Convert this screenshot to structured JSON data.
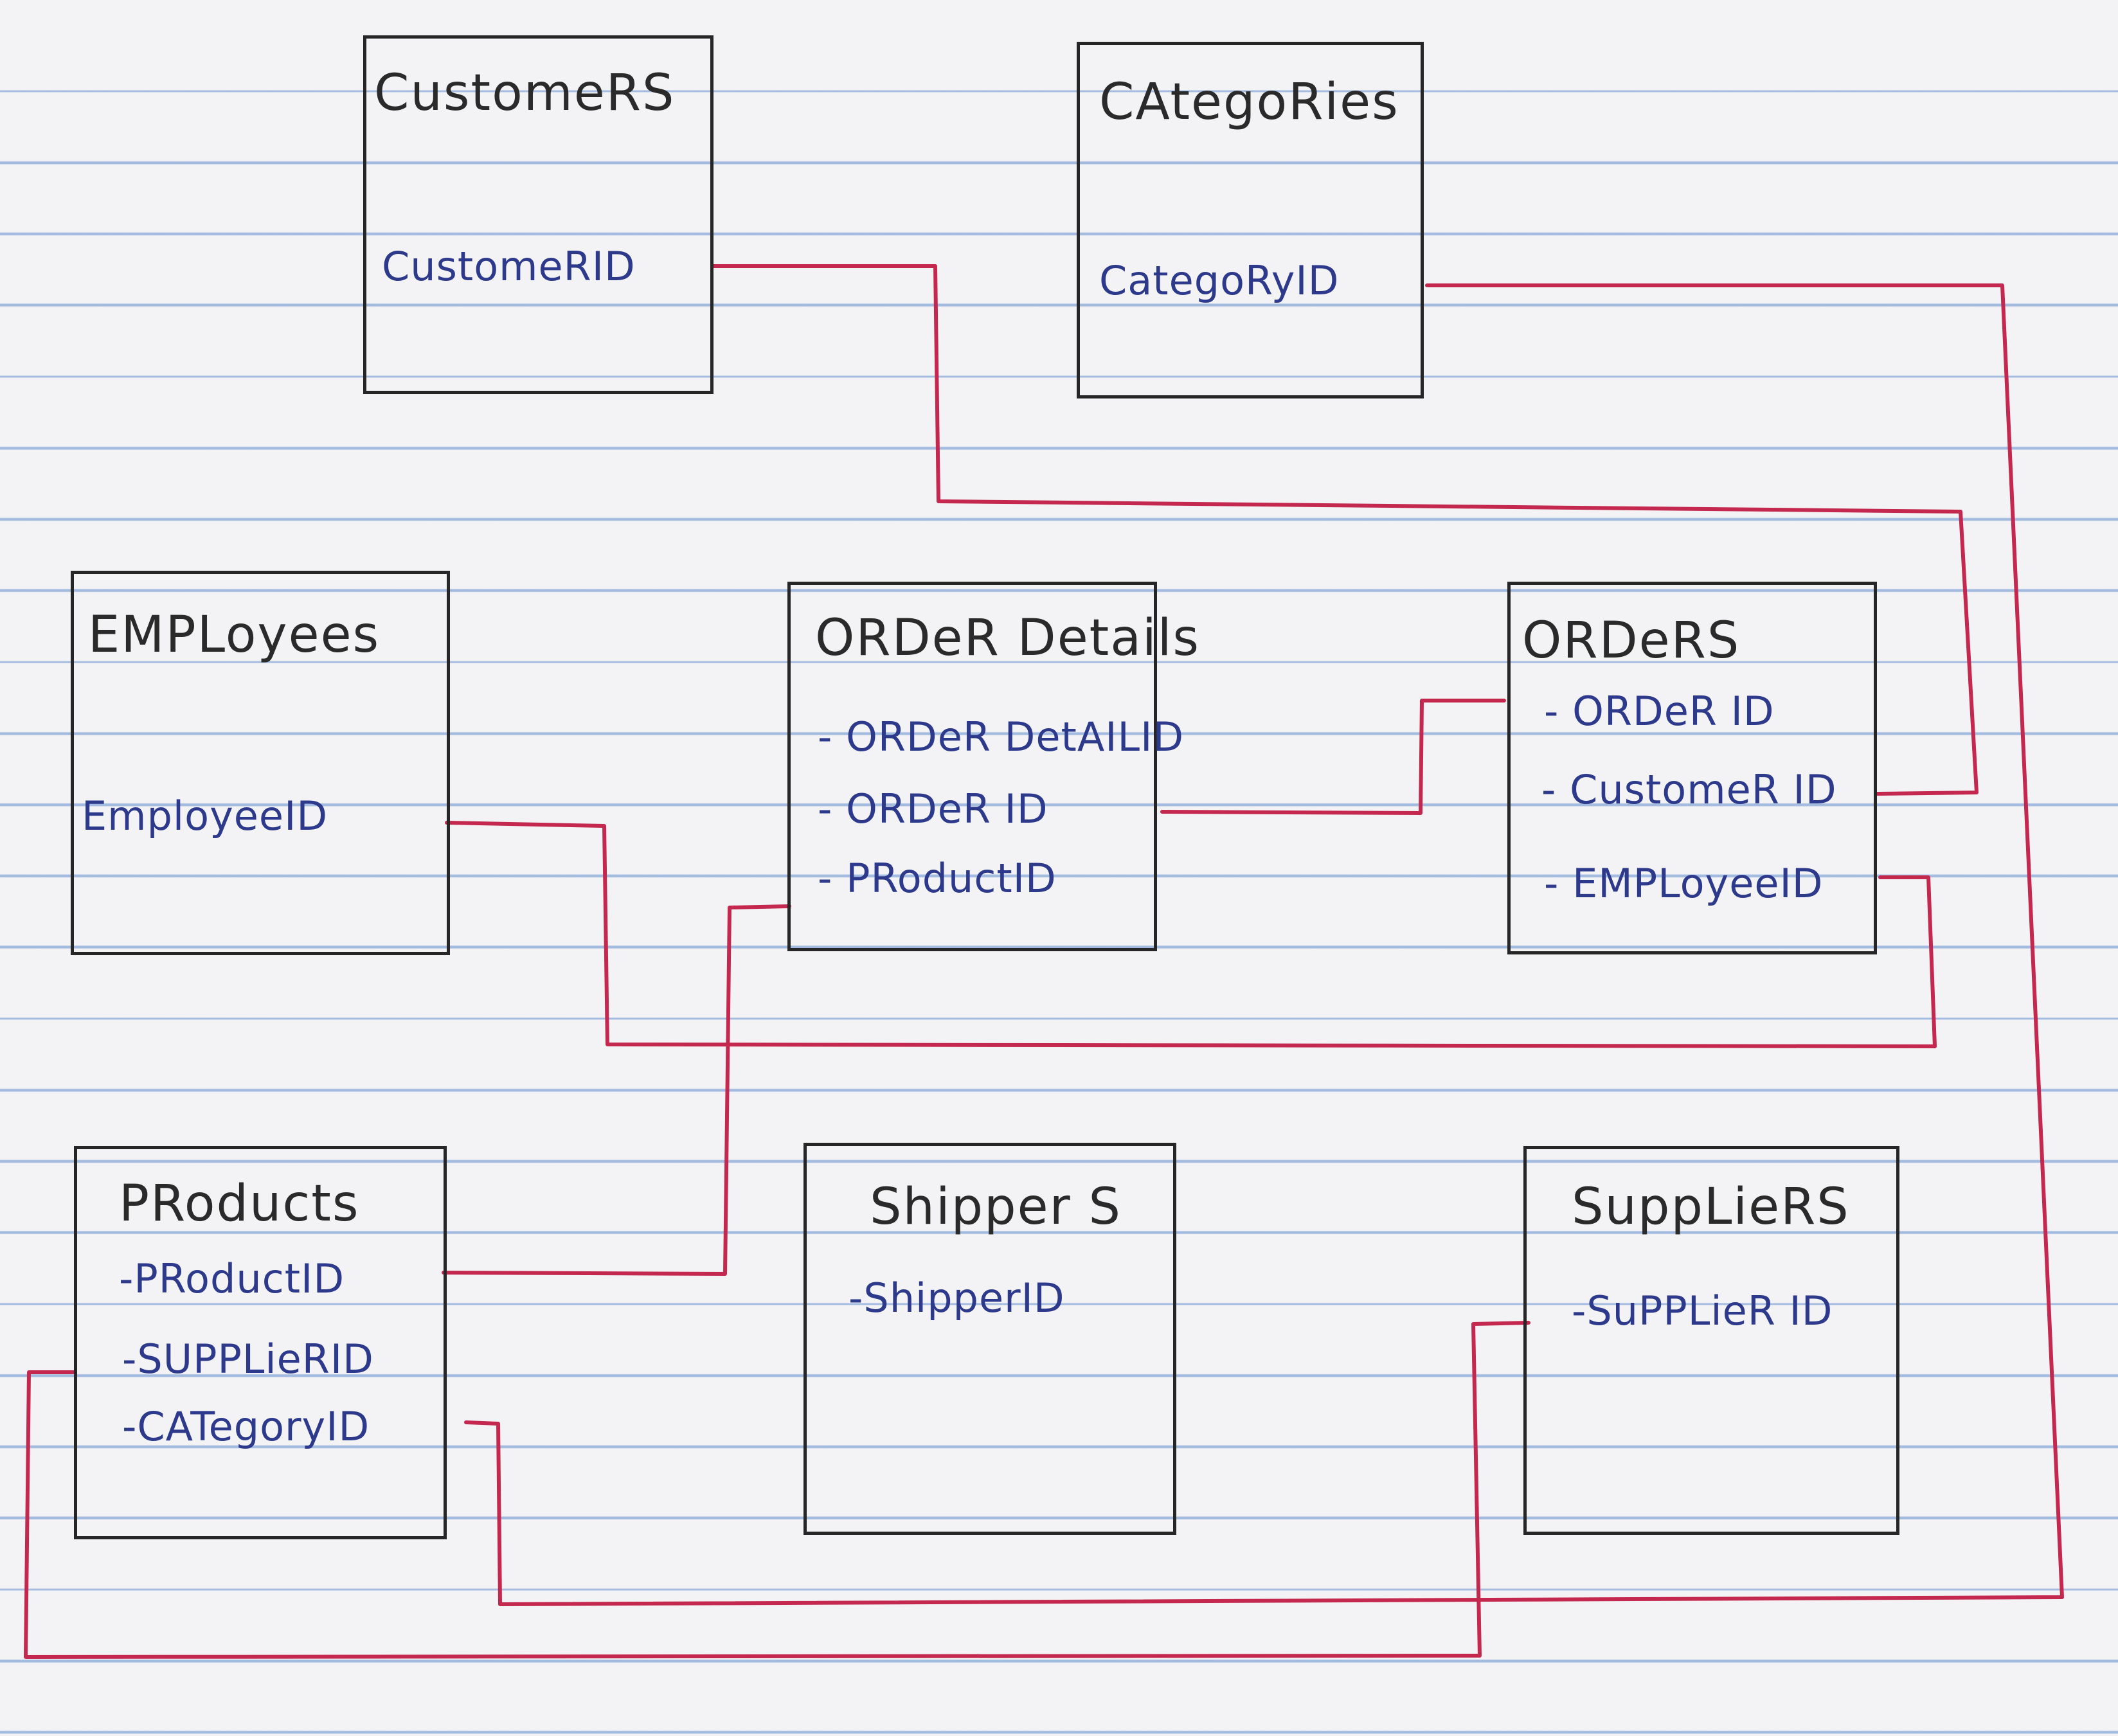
{
  "diagram": {
    "ink": {
      "box": "#262626",
      "title": "#2a2a2a",
      "field": "#2d3a8c",
      "relation": "#c4284f"
    },
    "tables": [
      {
        "key": "customers",
        "title": "CustomeRS",
        "fields": [
          "CustomeRID"
        ]
      },
      {
        "key": "categories",
        "title": "CAtegoRies",
        "fields": [
          "CategoRyID"
        ]
      },
      {
        "key": "employees",
        "title": "EMPLoyees",
        "fields": [
          "EmployeeID"
        ]
      },
      {
        "key": "order-details",
        "title": "ORDeR Details",
        "fields": [
          "- ORDeR DetAILID",
          "- ORDeR ID",
          "- PRoductID"
        ]
      },
      {
        "key": "orders",
        "title": "ORDeRS",
        "fields": [
          "- ORDeR ID",
          "- CustomeR ID",
          "- EMPLoyeeID"
        ]
      },
      {
        "key": "products",
        "title": "PRoducts",
        "fields": [
          "-PRoductID",
          "-SUPPLieRID",
          "-CATegoryID"
        ]
      },
      {
        "key": "shippers",
        "title": "Shipper S",
        "fields": [
          "-ShipperID"
        ]
      },
      {
        "key": "suppliers",
        "title": "SuppLieRS",
        "fields": [
          "-SuPPLieR ID"
        ]
      }
    ],
    "relations": [
      {
        "name": "customers-to-orders",
        "from": "customers.CustomeRID",
        "to": "orders.CustomeR ID"
      },
      {
        "name": "categories-to-products",
        "from": "categories.CategoRyID",
        "to": "products.CATegoryID"
      },
      {
        "name": "employees-to-orders",
        "from": "employees.EmployeeID",
        "to": "orders.EMPLoyeeID"
      },
      {
        "name": "orderdetails-to-orders",
        "from": "order-details.ORDeR ID",
        "to": "orders.ORDeR ID"
      },
      {
        "name": "orderdetails-to-products",
        "from": "order-details.PRoductID",
        "to": "products.PRoductID"
      },
      {
        "name": "suppliers-to-products",
        "from": "suppliers.SuPPLieR ID",
        "to": "products.SUPPLieRID"
      }
    ]
  }
}
